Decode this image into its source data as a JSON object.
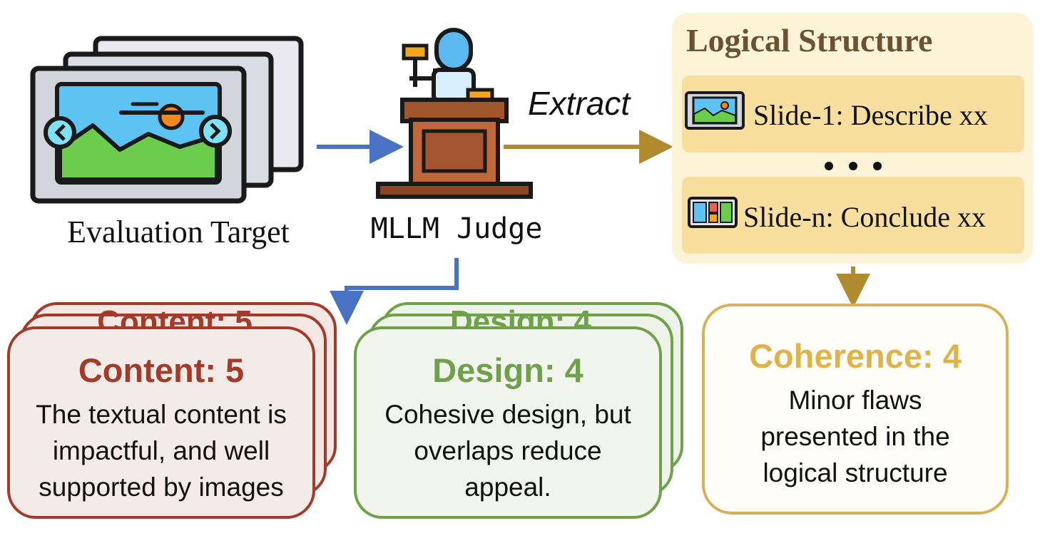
{
  "evaluation_target": {
    "label": "Evaluation Target"
  },
  "judge": {
    "label": "MLLM Judge"
  },
  "extract": {
    "label": "Extract"
  },
  "logical_structure": {
    "title": "Logical Structure",
    "slides": [
      {
        "text": "Slide-1: Describe xx",
        "icon": "landscape-slide-icon"
      },
      {
        "text": "Slide-n: Conclude xx",
        "icon": "layout-slide-icon"
      }
    ],
    "ellipsis": "• • •"
  },
  "cards": {
    "content": {
      "title": "Content: 5",
      "lines": [
        "The textual content is",
        "impactful, and well",
        "supported by images"
      ]
    },
    "design": {
      "title": "Design: 4",
      "lines": [
        "Cohesive design, but",
        "overlaps reduce",
        "appeal."
      ]
    },
    "coherence": {
      "title": "Coherence: 4",
      "lines": [
        "Minor flaws",
        "presented in the",
        "logical structure"
      ]
    }
  },
  "colors": {
    "blue_arrow": "#4a72c4",
    "gold_arrow": "#b08a2e",
    "content": "#a23b2a",
    "design": "#6fa14b",
    "coherence": "#e0b24a",
    "structure_panel": "#fdf3d6",
    "structure_row": "#f8df9f"
  }
}
